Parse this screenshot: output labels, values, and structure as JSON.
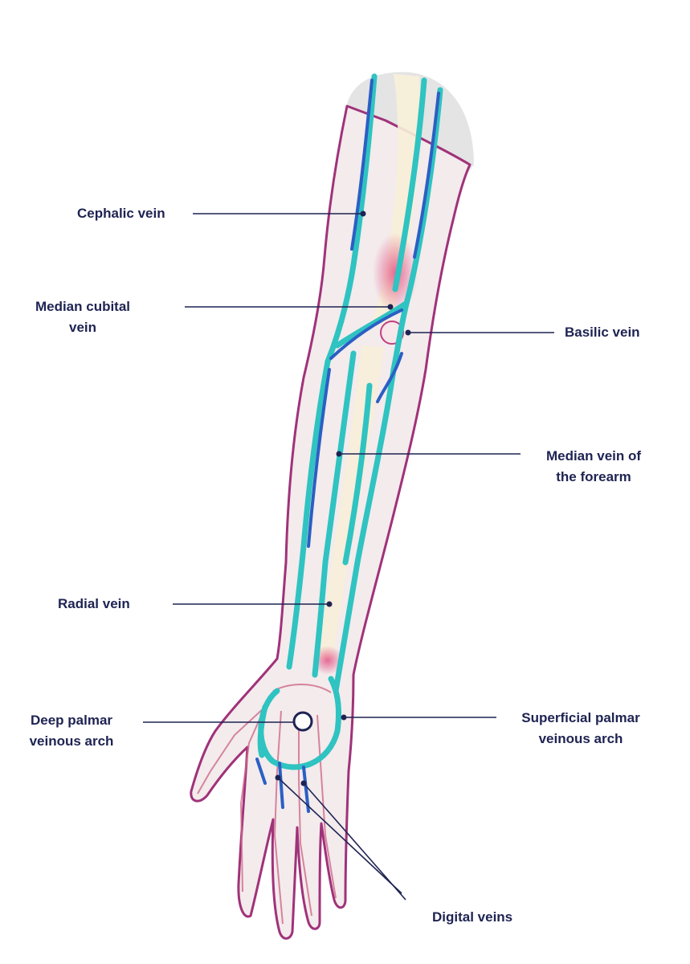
{
  "labels": {
    "cephalic_vein": "Cephalic vein",
    "median_cubital_vein": [
      "Median cubital",
      "vein"
    ],
    "basilic_vein": "Basilic vein",
    "median_vein_forearm": [
      "Median vein of",
      "the forearm"
    ],
    "radial_vein": "Radial vein",
    "deep_palmar_arch": [
      "Deep palmar",
      "veinous arch"
    ],
    "superficial_palmar_arch": [
      "Superficial palmar",
      "veinous arch"
    ],
    "digital_veins": "Digital veins"
  },
  "colors": {
    "skin": "#f3ebec",
    "skin_outline": "#a0327a",
    "shoulder": "#e4e4e4",
    "vein_teal": "#2fc3c1",
    "vein_blue": "#2b5fc4",
    "bone": "#f7efd8",
    "label_text": "#1e2352",
    "leader_line": "#1e2352"
  }
}
